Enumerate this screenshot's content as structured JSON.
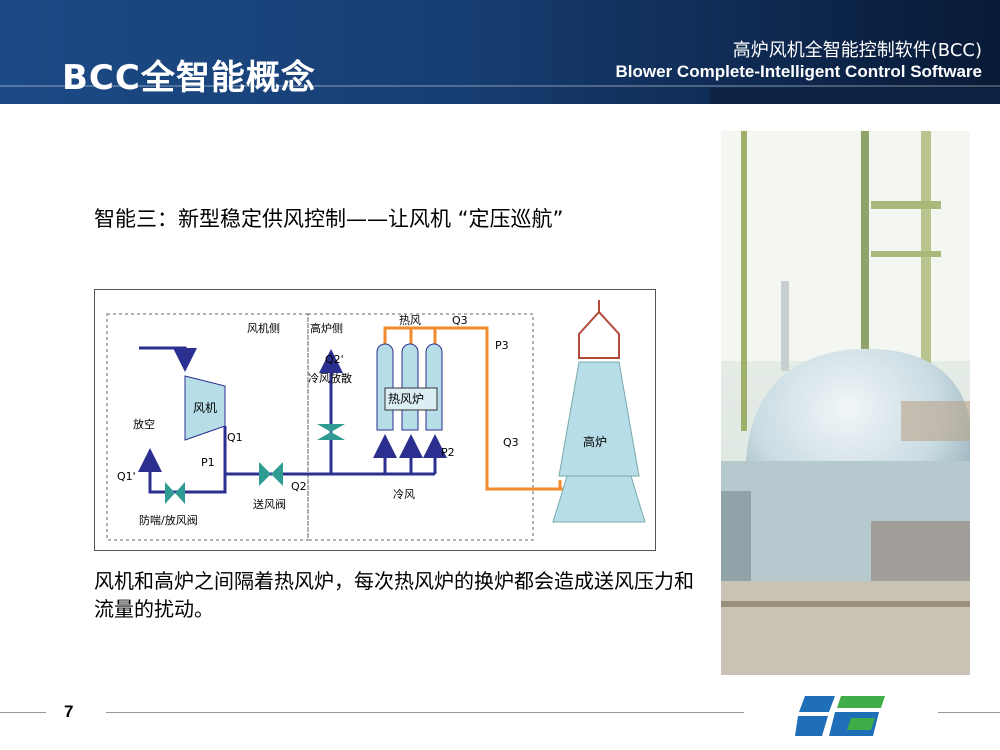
{
  "header": {
    "title": "BCC全智能概念",
    "subtitle_cn": "高炉风机全智能控制软件(BCC)",
    "subtitle_en": "Blower Complete-Intelligent Control Software"
  },
  "section": {
    "heading": "智能三：新型稳定供风控制——让风机 “定压巡航”"
  },
  "diagram": {
    "labels": {
      "blower_side": "风机侧",
      "furnace_side": "高炉侧",
      "hot_air": "热风",
      "q3_top": "Q3",
      "p3": "P3",
      "q2prime": "Q2'",
      "cold_air_vent": "冷风放散",
      "blower": "风机",
      "stove": "热风炉",
      "vent": "放空",
      "q1": "Q1",
      "p1": "P1",
      "p2": "P2",
      "q3_mid": "Q3",
      "blast_furnace": "高炉",
      "q1prime": "Q1'",
      "q2": "Q2",
      "anti_surge_valve": "防喘/放风阀",
      "supply_valve": "送风阀",
      "cold_air": "冷风"
    },
    "colors": {
      "cold_line": "#2b2f8f",
      "hot_line": "#f28a2e",
      "equipment_fill": "#b7dde8",
      "furnace_top": "#b24a3a",
      "valve_fill": "#2e9c93"
    }
  },
  "body_text": "风机和高炉之间隔着热风炉，每次热风炉的换炉都会造成送风压力和流量的扰动。",
  "footer": {
    "page_number": "7"
  },
  "photo": {
    "subject": "blower-machine-photo"
  },
  "logo": {
    "colors": [
      "#1f6fb8",
      "#3fae49"
    ]
  }
}
